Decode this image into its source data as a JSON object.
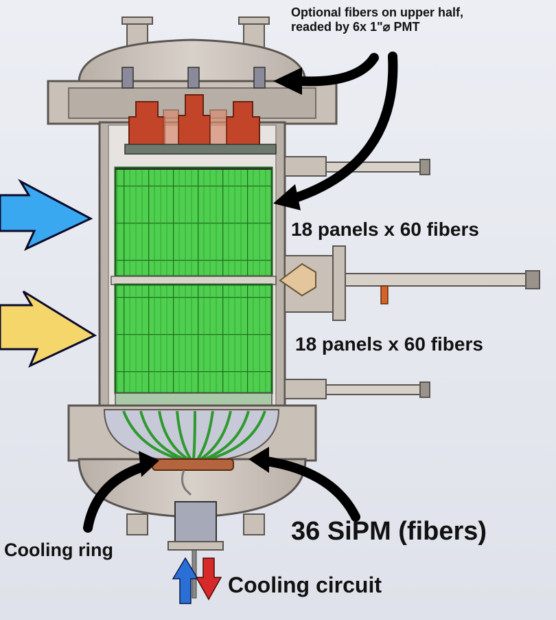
{
  "labels": {
    "optional_fibers_line1": "Optional fibers on upper half,",
    "optional_fibers_line2": "readed by 6x 1\"⌀ PMT",
    "panels_upper": "18 panels x 60 fibers",
    "panels_lower": "18 panels x 60 fibers",
    "sipm": "36 SiPM (fibers)",
    "cooling_ring": "Cooling ring",
    "cooling_circuit": "Cooling circuit"
  },
  "colors": {
    "vessel": "#c9c0b8",
    "vessel_edge": "#5a5550",
    "fiber_panel": "#3fbf3f",
    "pmt": "#c2452a",
    "sipm_ring": "#b5653e",
    "arrow_blue": "#3aa8f0",
    "arrow_yellow": "#f5d66a",
    "flow_in": "#2a6fd6",
    "flow_out": "#d62a2a"
  },
  "icons": [
    "black-curved-arrow-icon",
    "blue-block-arrow-icon",
    "yellow-block-arrow-icon",
    "flow-in-arrow-icon",
    "flow-out-arrow-icon"
  ]
}
